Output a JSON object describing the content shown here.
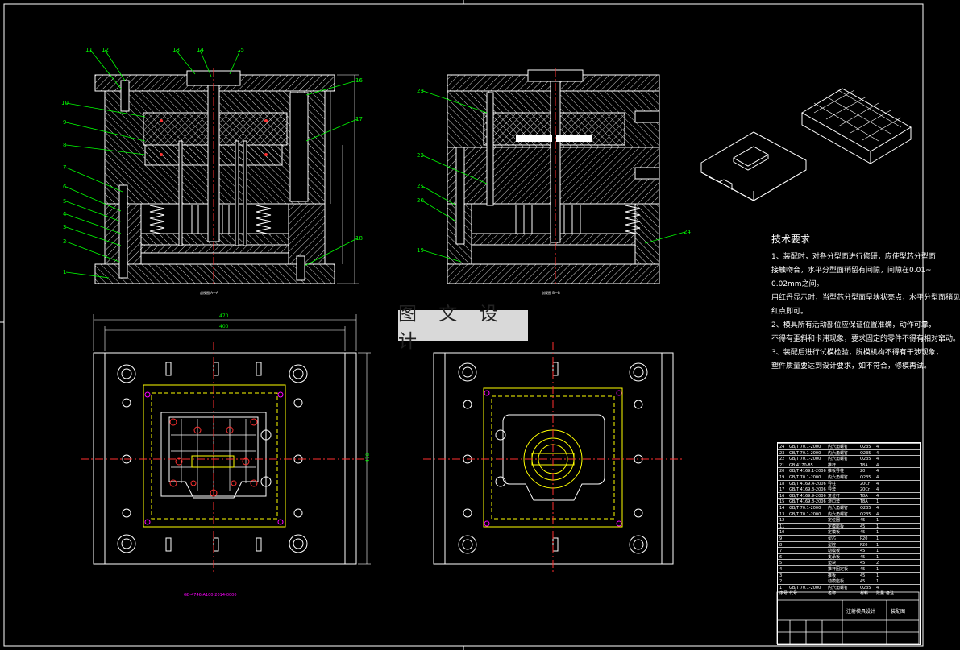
{
  "watermark": "图 文 设 计",
  "technical_requirements": {
    "title": "技术要求",
    "lines": [
      "1、装配时，对各分型面进行修研，应使型芯分型面",
      "接触吻合，水平分型面稍留有间隙，间隙在0.01~",
      "0.02mm之间。",
      "用红丹显示时，当型芯分型面呈块状亮点，水平分型面稍见",
      "红点即可。",
      "2、模具所有活动部位应保证位置准确，动作可靠，",
      "不得有歪斜和卡滞现象，要求固定的零件不得有相对窜动。",
      "3、装配后进行试模检验，脱模机构不得有干涉现象，",
      "塑件质量要达到设计要求，如不符合，修模再试。"
    ]
  },
  "section_labels": {
    "left": "剖视图 A—A",
    "right": "剖视图 B—B"
  },
  "dimensions": {
    "overall_width": "470",
    "inner_width": "400",
    "overall_height": "470"
  },
  "part_numbers_left": [
    "1",
    "2",
    "3",
    "4",
    "5",
    "6",
    "7",
    "8",
    "9",
    "10",
    "11",
    "12",
    "13",
    "14",
    "15",
    "16",
    "17",
    "18"
  ],
  "part_numbers_right": [
    "19",
    "20",
    "21",
    "22",
    "23",
    "24"
  ],
  "bom_rows": [
    [
      "24",
      "GB/T 70.1-2000",
      "内六角螺钉",
      "Q235",
      "4",
      ""
    ],
    [
      "23",
      "GB/T 70.1-2000",
      "内六角螺钉",
      "Q235",
      "4",
      ""
    ],
    [
      "22",
      "GB/T 70.1-2000",
      "内六角螺钉",
      "Q235",
      "4",
      ""
    ],
    [
      "21",
      "GB 4170-85",
      "推杆",
      "T8A",
      "4",
      ""
    ],
    [
      "20",
      "GB/T 4169.1-2006",
      "推板导柱",
      "20",
      "4",
      ""
    ],
    [
      "19",
      "GB/T 70.1-2000",
      "内六角螺钉",
      "Q235",
      "4",
      ""
    ],
    [
      "18",
      "GB/T 4169.4-2006",
      "导柱",
      "20Cr",
      "4",
      ""
    ],
    [
      "17",
      "GB/T 4169.3-2006",
      "导套",
      "20Cr",
      "4",
      ""
    ],
    [
      "16",
      "GB/T 4169.9-2006",
      "复位杆",
      "T8A",
      "4",
      ""
    ],
    [
      "15",
      "GB/T 4169.8-2006",
      "浇口套",
      "T8A",
      "1",
      ""
    ],
    [
      "14",
      "GB/T 70.1-2000",
      "内六角螺钉",
      "Q235",
      "4",
      ""
    ],
    [
      "13",
      "GB/T 70.1-2000",
      "内六角螺钉",
      "Q235",
      "4",
      ""
    ],
    [
      "12",
      "",
      "定位圈",
      "45",
      "1",
      ""
    ],
    [
      "11",
      "",
      "定模座板",
      "45",
      "1",
      ""
    ],
    [
      "10",
      "",
      "定模板",
      "45",
      "1",
      ""
    ],
    [
      "9",
      "",
      "型芯",
      "P20",
      "1",
      ""
    ],
    [
      "8",
      "",
      "型腔",
      "P20",
      "1",
      ""
    ],
    [
      "7",
      "",
      "动模板",
      "45",
      "1",
      ""
    ],
    [
      "6",
      "",
      "支承板",
      "45",
      "1",
      ""
    ],
    [
      "5",
      "",
      "垫块",
      "45",
      "2",
      ""
    ],
    [
      "4",
      "",
      "推杆固定板",
      "45",
      "1",
      ""
    ],
    [
      "3",
      "",
      "推板",
      "45",
      "1",
      ""
    ],
    [
      "2",
      "",
      "动模座板",
      "45",
      "1",
      ""
    ],
    [
      "1",
      "GB/T 70.1-2000",
      "内六角螺钉",
      "Q235",
      "4",
      ""
    ]
  ],
  "bom_header": [
    "序号",
    "代号",
    "名称",
    "材料",
    "数量",
    "备注"
  ],
  "title_block": {
    "design_name": "注射模具设计",
    "drawing_type": "装配图"
  },
  "caption_bottom": "GB-4746-A100-2014-0000",
  "colors": {
    "background": "#000000",
    "outline": "#ffffff",
    "leader": "#00ff00",
    "centerline": "#ff3030",
    "part": "#ffff00",
    "caption": "#ff00ff",
    "dimension": "#00ff00"
  }
}
